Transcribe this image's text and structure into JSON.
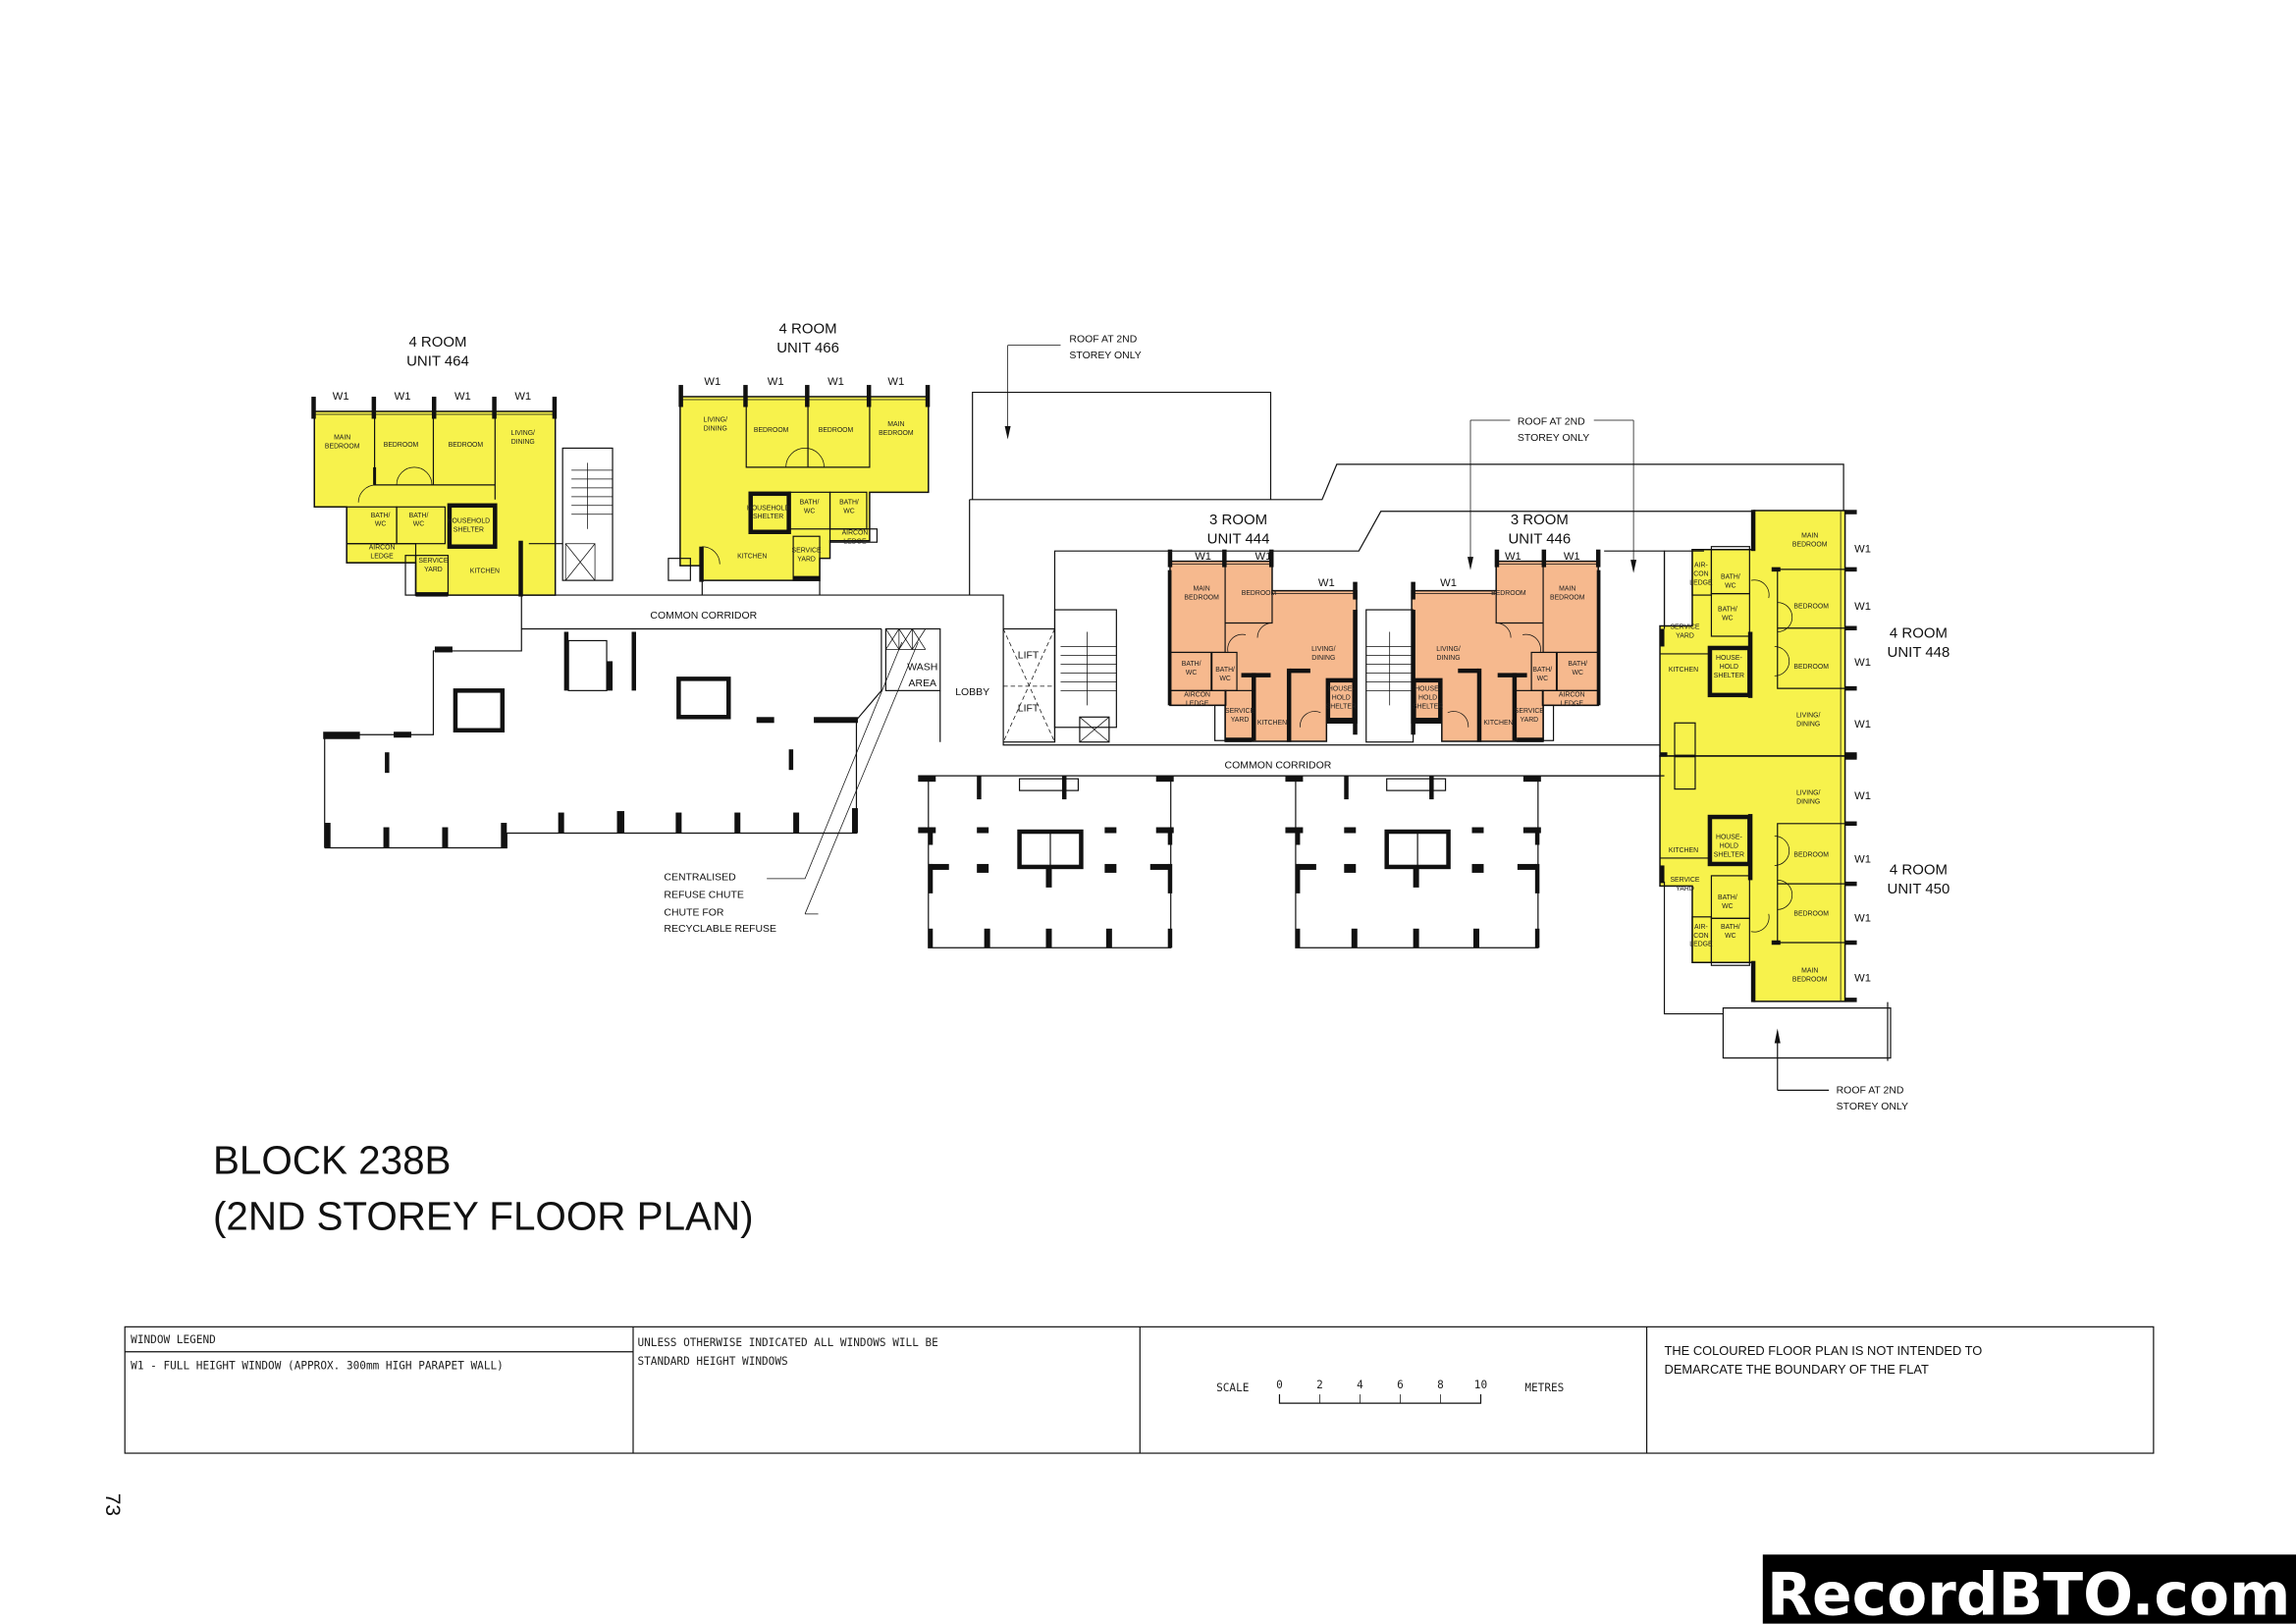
{
  "colors": {
    "four_room": "#f7f24c",
    "three_room": "#f6b98e",
    "walls": "#111111",
    "watermark_bg": "#000000",
    "watermark_text": "#ffffff"
  },
  "units": [
    {
      "type": "4 ROOM",
      "label": "UNIT 464",
      "windows": [
        "W1",
        "W1",
        "W1",
        "W1"
      ],
      "rooms": [
        [
          "MAIN",
          "BEDROOM"
        ],
        [
          "BEDROOM"
        ],
        [
          "BEDROOM"
        ],
        [
          "LIVING/",
          "DINING"
        ],
        [
          "BATH/",
          "WC"
        ],
        [
          "BATH/",
          "WC"
        ],
        [
          "HOUSEHOLD",
          "SHELTER"
        ],
        [
          "AIRCON",
          "LEDGE"
        ],
        [
          "SERVICE",
          "YARD"
        ],
        [
          "KITCHEN"
        ]
      ]
    },
    {
      "type": "4 ROOM",
      "label": "UNIT 466",
      "windows": [
        "W1",
        "W1",
        "W1",
        "W1"
      ],
      "rooms": [
        [
          "LIVING/",
          "DINING"
        ],
        [
          "BEDROOM"
        ],
        [
          "BEDROOM"
        ],
        [
          "MAIN",
          "BEDROOM"
        ],
        [
          "HOUSEHOLD",
          "SHELTER"
        ],
        [
          "BATH/",
          "WC"
        ],
        [
          "BATH/",
          "WC"
        ],
        [
          "AIRCON",
          "LEDGE"
        ],
        [
          "SERVICE",
          "YARD"
        ],
        [
          "KITCHEN"
        ]
      ]
    },
    {
      "type": "3 ROOM",
      "label": "UNIT 444",
      "windows": [
        "W1",
        "W1",
        "W1"
      ],
      "rooms": [
        [
          "MAIN",
          "BEDROOM"
        ],
        [
          "BEDROOM"
        ],
        [
          "LIVING/",
          "DINING"
        ],
        [
          "BATH/",
          "WC"
        ],
        [
          "BATH/",
          "WC"
        ],
        [
          "AIRCON",
          "LEDGE"
        ],
        [
          "SERVICE",
          "YARD"
        ],
        [
          "KITCHEN"
        ],
        [
          "HOUSE-",
          "HOLD",
          "SHELTER"
        ]
      ]
    },
    {
      "type": "3 ROOM",
      "label": "UNIT 446",
      "windows": [
        "W1",
        "W1",
        "W1"
      ],
      "rooms": [
        [
          "BEDROOM"
        ],
        [
          "MAIN",
          "BEDROOM"
        ],
        [
          "LIVING/",
          "DINING"
        ],
        [
          "HOUSE-",
          "HOLD",
          "SHELTER"
        ],
        [
          "BATH/",
          "WC"
        ],
        [
          "BATH/",
          "WC"
        ],
        [
          "AIRCON",
          "LEDGE"
        ],
        [
          "SERVICE",
          "YARD"
        ],
        [
          "KITCHEN"
        ]
      ]
    },
    {
      "type": "4 ROOM",
      "label": "UNIT 448",
      "windows": [
        "W1",
        "W1",
        "W1",
        "W1"
      ],
      "rooms": [
        [
          "MAIN",
          "BEDROOM"
        ],
        [
          "BEDROOM"
        ],
        [
          "BEDROOM"
        ],
        [
          "LIVING/",
          "DINING"
        ],
        [
          "BATH/",
          "WC"
        ],
        [
          "BATH/",
          "WC"
        ],
        [
          "AIR-",
          "CON",
          "LEDGE"
        ],
        [
          "SERVICE",
          "YARD"
        ],
        [
          "KITCHEN"
        ],
        [
          "HOUSE-",
          "HOLD",
          "SHELTER"
        ]
      ]
    },
    {
      "type": "4 ROOM",
      "label": "UNIT 450",
      "windows": [
        "W1",
        "W1",
        "W1",
        "W1"
      ],
      "rooms": [
        [
          "LIVING/",
          "DINING"
        ],
        [
          "BEDROOM"
        ],
        [
          "BEDROOM"
        ],
        [
          "MAIN",
          "BEDROOM"
        ],
        [
          "KITCHEN"
        ],
        [
          "HOUSE-",
          "HOLD",
          "SHELTER"
        ],
        [
          "SERVICE",
          "YARD"
        ],
        [
          "BATH/",
          "WC"
        ],
        [
          "BATH/",
          "WC"
        ],
        [
          "AIR-",
          "CON",
          "LEDGE"
        ]
      ]
    }
  ],
  "annotations": {
    "common_corridor_1": "COMMON CORRIDOR",
    "common_corridor_2": "COMMON CORRIDOR",
    "lobby": "LOBBY",
    "lift_1": "LIFT",
    "lift_2": "LIFT",
    "wash_area": [
      "WASH",
      "AREA"
    ],
    "roof_1": [
      "ROOF AT 2ND",
      "STOREY ONLY"
    ],
    "roof_2": [
      "ROOF AT 2ND",
      "STOREY ONLY"
    ],
    "roof_3": [
      "ROOF AT 2ND",
      "STOREY ONLY"
    ],
    "refuse": [
      "CENTRALISED",
      "REFUSE CHUTE",
      "CHUTE FOR",
      "RECYCLABLE REFUSE"
    ]
  },
  "title": {
    "line1": "BLOCK 238B",
    "line2": "(2ND STOREY FLOOR PLAN)"
  },
  "legend": {
    "window_legend_header": "WINDOW LEGEND",
    "window_legend_item": "W1 - FULL HEIGHT WINDOW (APPROX. 300mm HIGH PARAPET WALL)",
    "standard_note": [
      "UNLESS OTHERWISE INDICATED ALL WINDOWS WILL BE",
      "STANDARD HEIGHT WINDOWS"
    ],
    "scale_label": "SCALE",
    "scale_ticks": [
      "0",
      "2",
      "4",
      "6",
      "8",
      "10"
    ],
    "scale_unit": "METRES",
    "disclaimer": [
      "THE COLOURED FLOOR PLAN IS NOT INTENDED TO",
      "DEMARCATE THE BOUNDARY OF THE FLAT"
    ]
  },
  "page_number": "73",
  "watermark": "RecordBTO.com"
}
